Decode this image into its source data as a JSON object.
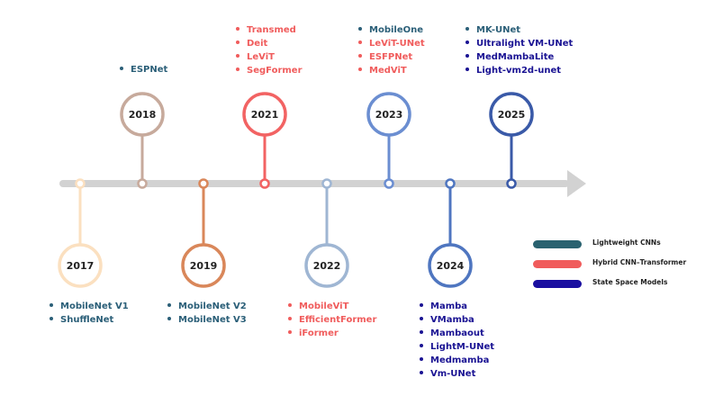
{
  "colors": {
    "lightweight": "#2b5f78",
    "hybrid": "#f05c5c",
    "ssm": "#1a1393",
    "axis": "#d2d2d2"
  },
  "legend": [
    {
      "label": "Lightweight CNNs",
      "color": "#2a6270"
    },
    {
      "label": "Hybrid CNN–Transformer",
      "color": "#f05c5c"
    },
    {
      "label": "State Space Models",
      "color": "#1a0fa0"
    }
  ],
  "years": [
    {
      "label": "2017",
      "color": "#fbe0c0",
      "side": "below",
      "items": [
        {
          "text": "MobileNet V1",
          "cat": "lightweight"
        },
        {
          "text": "ShuffleNet",
          "cat": "lightweight"
        }
      ]
    },
    {
      "label": "2018",
      "color": "#c7aa9c",
      "side": "above",
      "items": [
        {
          "text": "ESPNet",
          "cat": "lightweight"
        }
      ]
    },
    {
      "label": "2019",
      "color": "#d9875a",
      "side": "below",
      "items": [
        {
          "text": "MobileNet V2",
          "cat": "lightweight"
        },
        {
          "text": "MobileNet V3",
          "cat": "lightweight"
        }
      ]
    },
    {
      "label": "2021",
      "color": "#f26363",
      "side": "above",
      "items": [
        {
          "text": "Transmed",
          "cat": "hybrid"
        },
        {
          "text": "Deit",
          "cat": "hybrid"
        },
        {
          "text": "LeViT",
          "cat": "hybrid"
        },
        {
          "text": "SegFormer",
          "cat": "hybrid"
        }
      ]
    },
    {
      "label": "2022",
      "color": "#9fb6d3",
      "side": "below",
      "items": [
        {
          "text": "MobileViT",
          "cat": "hybrid"
        },
        {
          "text": "EfficientFormer",
          "cat": "hybrid"
        },
        {
          "text": "iFormer",
          "cat": "hybrid"
        }
      ]
    },
    {
      "label": "2023",
      "color": "#6b8ed1",
      "side": "above",
      "items": [
        {
          "text": "MobileOne",
          "cat": "lightweight"
        },
        {
          "text": "LeViT-UNet",
          "cat": "hybrid"
        },
        {
          "text": "ESFPNet",
          "cat": "hybrid"
        },
        {
          "text": "MedViT",
          "cat": "hybrid"
        }
      ]
    },
    {
      "label": "2024",
      "color": "#4f76c0",
      "side": "below",
      "items": [
        {
          "text": "Mamba",
          "cat": "ssm"
        },
        {
          "text": "VMamba",
          "cat": "ssm"
        },
        {
          "text": "Mambaout",
          "cat": "ssm"
        },
        {
          "text": "LightM-UNet",
          "cat": "ssm"
        },
        {
          "text": "Medmamba",
          "cat": "ssm"
        },
        {
          "text": "Vm-UNet",
          "cat": "ssm"
        }
      ]
    },
    {
      "label": "2025",
      "color": "#3a5aa8",
      "side": "above",
      "items": [
        {
          "text": "MK-UNet",
          "cat": "lightweight"
        },
        {
          "text": "Ultralight VM-UNet",
          "cat": "ssm"
        },
        {
          "text": "MedMambaLite",
          "cat": "ssm"
        },
        {
          "text": "Light-vm2d-unet",
          "cat": "ssm"
        }
      ]
    }
  ]
}
